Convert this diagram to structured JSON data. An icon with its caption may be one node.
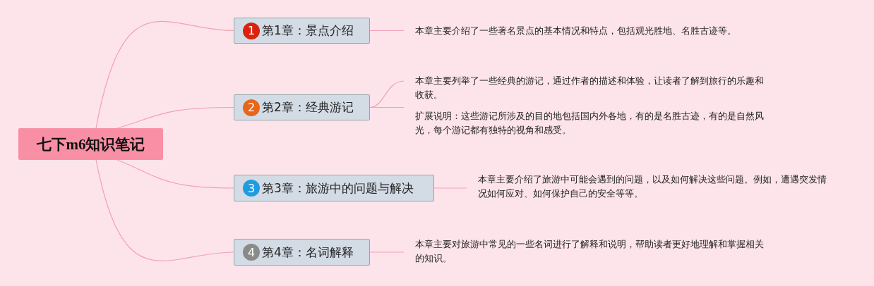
{
  "diagram": {
    "nodes": [
      {
        "text": [
          "七下m6知识笔记"
        ]
      },
      {
        "text": [
          "1",
          "第1章：景点介绍"
        ]
      },
      {
        "text": [
          "2",
          "第2章：经典游记"
        ]
      },
      {
        "text": [
          "3",
          "第3章：旅游中的问题与解决"
        ]
      },
      {
        "text": [
          "4",
          "第4章：名词解释"
        ]
      },
      {
        "text": [
          "本章主要介绍了一些著名景点的基本情况和特点，包括观光胜地、名胜古迹等。"
        ]
      },
      {
        "text": [
          "本章主要列举了一些经典的游记，通过作者的描述和体验，让读者了解到旅行的乐趣和收获。"
        ]
      },
      {
        "text": [
          "扩展说明：这些游记所涉及的目的地包括国内外各地，有的是名胜古迹，有的是自然风光，每个游记都有独特的视角和感受。"
        ]
      },
      {
        "text": [
          "本章主要介绍了旅游中可能会遇到的问题，以及如何解决这些问题。例如，遭遇突发情况如何应对、如何保护自己的安全等等。"
        ]
      },
      {
        "text": [
          "本章主要对旅游中常见的一些名词进行了解释和说明，帮助读者更好地理解和掌握相关的知识。"
        ]
      }
    ],
    "edges": [
      {
        "from": 0,
        "to": 1,
        "arrow": "none"
      },
      {
        "from": 0,
        "to": 2,
        "arrow": "none"
      },
      {
        "from": 0,
        "to": 3,
        "arrow": "none"
      },
      {
        "from": 0,
        "to": 4,
        "arrow": "none"
      },
      {
        "from": 1,
        "to": 5,
        "arrow": "none"
      },
      {
        "from": 2,
        "to": 6,
        "arrow": "none"
      },
      {
        "from": 2,
        "to": 7,
        "arrow": "none"
      },
      {
        "from": 3,
        "to": 8,
        "arrow": "none"
      },
      {
        "from": 4,
        "to": 9,
        "arrow": "none"
      }
    ]
  }
}
